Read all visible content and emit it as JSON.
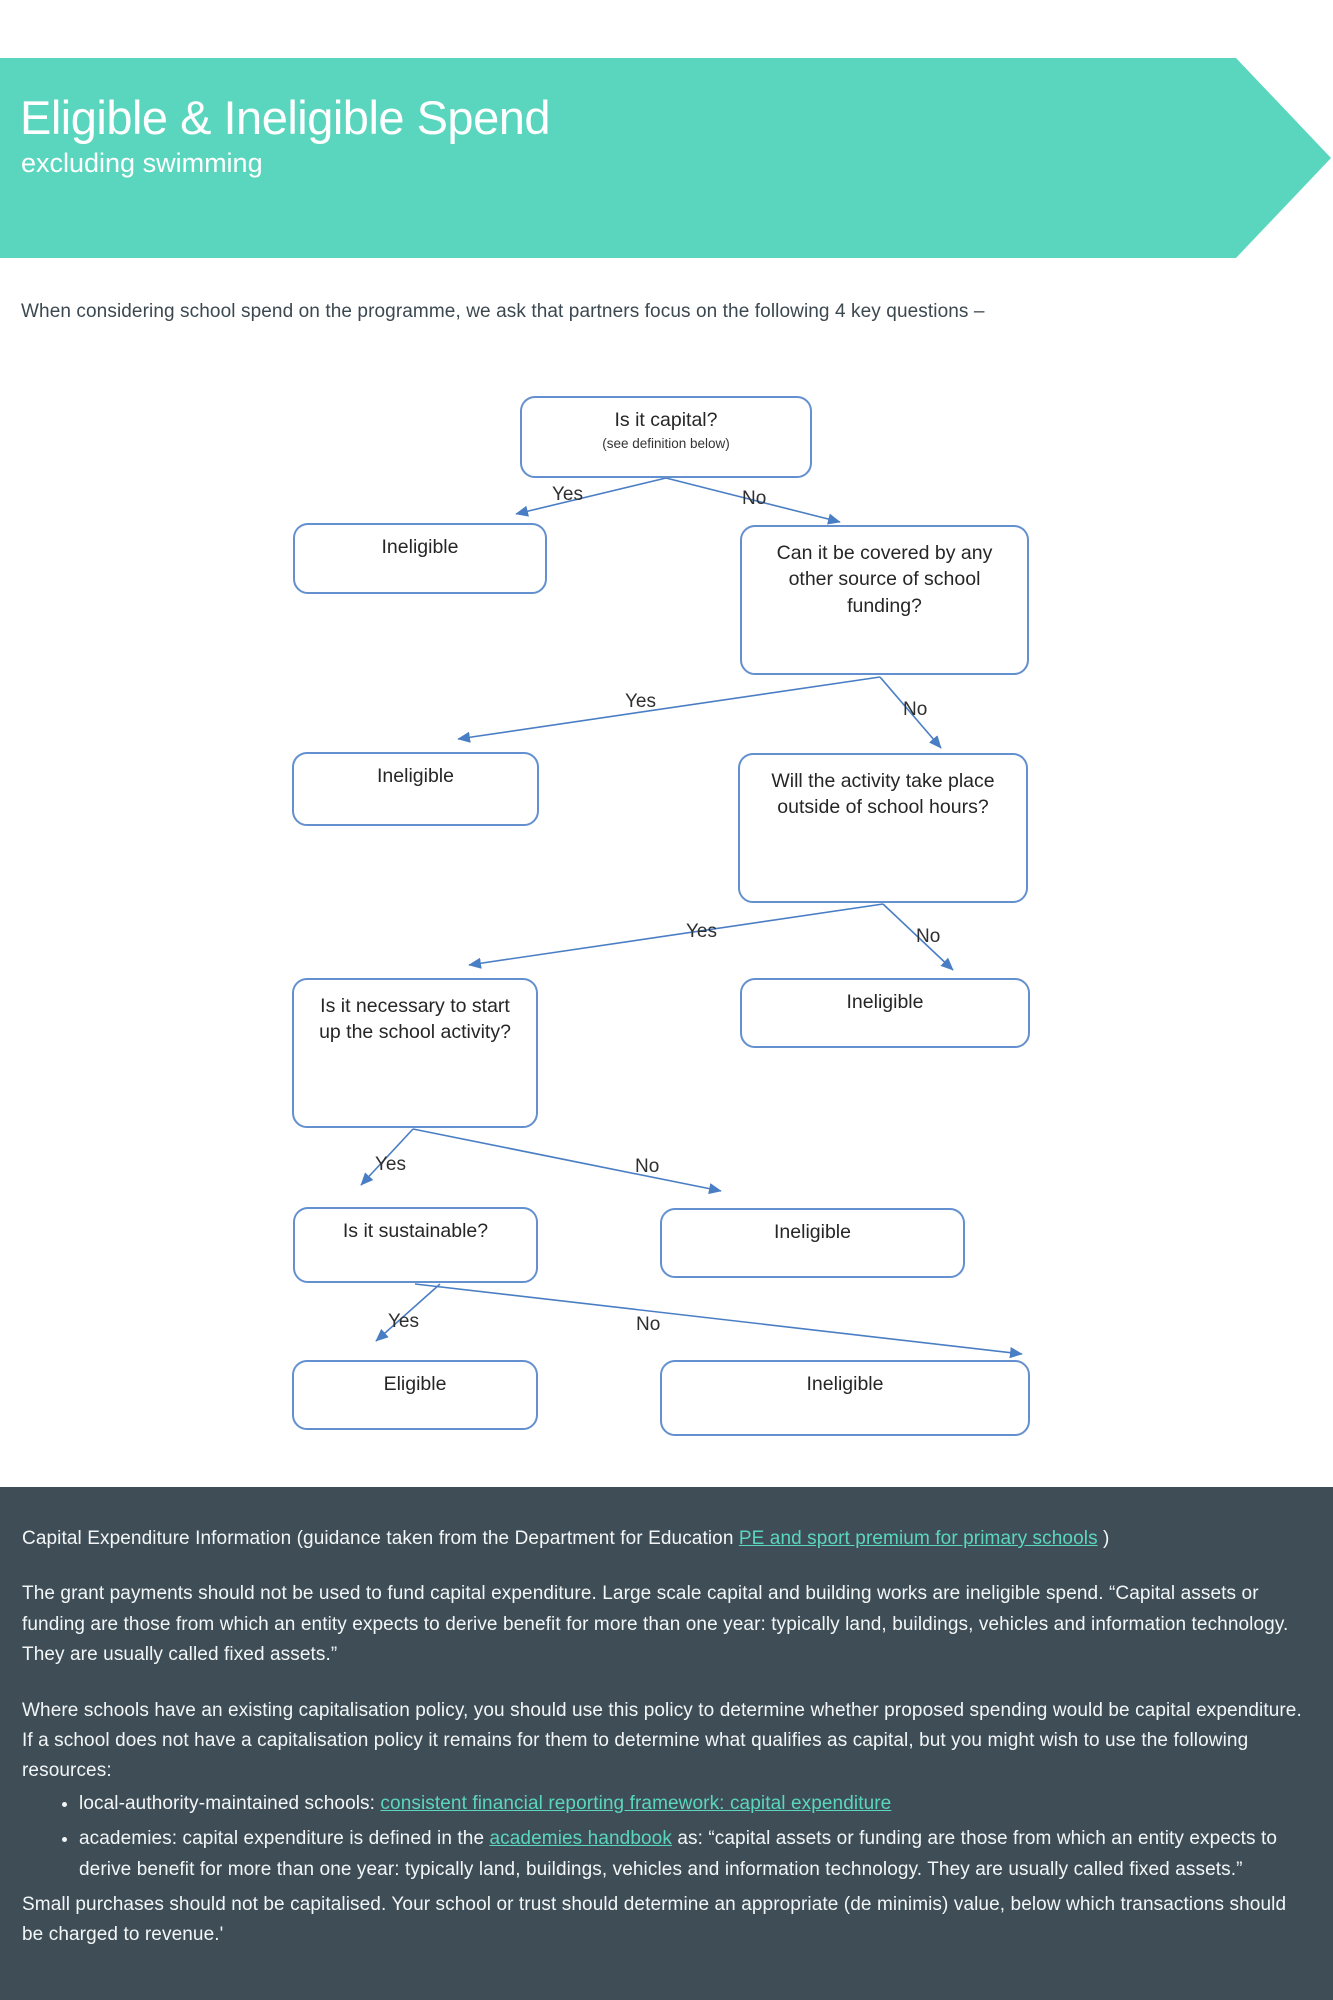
{
  "colors": {
    "banner": "#5BD6BE",
    "footer_background": "#3F4D57",
    "link": "#5BD6BE",
    "flow_box_border": "#6490CF",
    "flow_arrow": "#4A7EC4"
  },
  "header": {
    "title": "Eligible & Ineligible Spend",
    "subtitle": "excluding swimming"
  },
  "intro": "When considering school spend on the programme, we ask that partners focus on the following 4 key questions –",
  "flowchart": {
    "q1_line1": "Is it capital?",
    "q1_line2": "(see definition below)",
    "q2": "Can it be covered by any other source of school funding?",
    "q3": "Will the activity take place outside of school hours?",
    "q4": "Is it necessary to start up the school activity?",
    "q5": "Is it sustainable?",
    "eligible": "Eligible",
    "ineligible": "Ineligible",
    "yes": "Yes",
    "no": "No"
  },
  "footer": {
    "p1_before": "Capital Expenditure Information (guidance taken from the Department for Education ",
    "p1_link": "PE and sport premium for primary schools",
    "p1_after": " )",
    "p2": "The grant payments should not be used to fund capital expenditure. Large scale capital and building works are ineligible spend. “Capital assets or funding are those from which an entity expects to derive benefit for more than one year: typically land, buildings, vehicles and information technology. They are usually called fixed assets.”",
    "p3": "Where schools have an existing capitalisation policy, you should use this policy to determine whether proposed spending would be capital expenditure.",
    "p4": "If a school does not have a capitalisation policy it remains for them to determine what qualifies as capital, but you might wish to use the following resources:",
    "b1_before": "local-authority-maintained schools: ",
    "b1_link": "consistent financial reporting framework: capital expenditure",
    "b2_before": "academies: capital expenditure is defined in the ",
    "b2_link": "academies handbook",
    "b2_after": " as: “capital assets or funding are those from which an entity expects to derive benefit for more than one year: typically land, buildings, vehicles and information technology. They are usually called fixed assets.”",
    "p5": "Small purchases should not be capitalised. Your school or trust should determine an appropriate (de minimis) value, below which transactions should be charged to revenue.'"
  }
}
